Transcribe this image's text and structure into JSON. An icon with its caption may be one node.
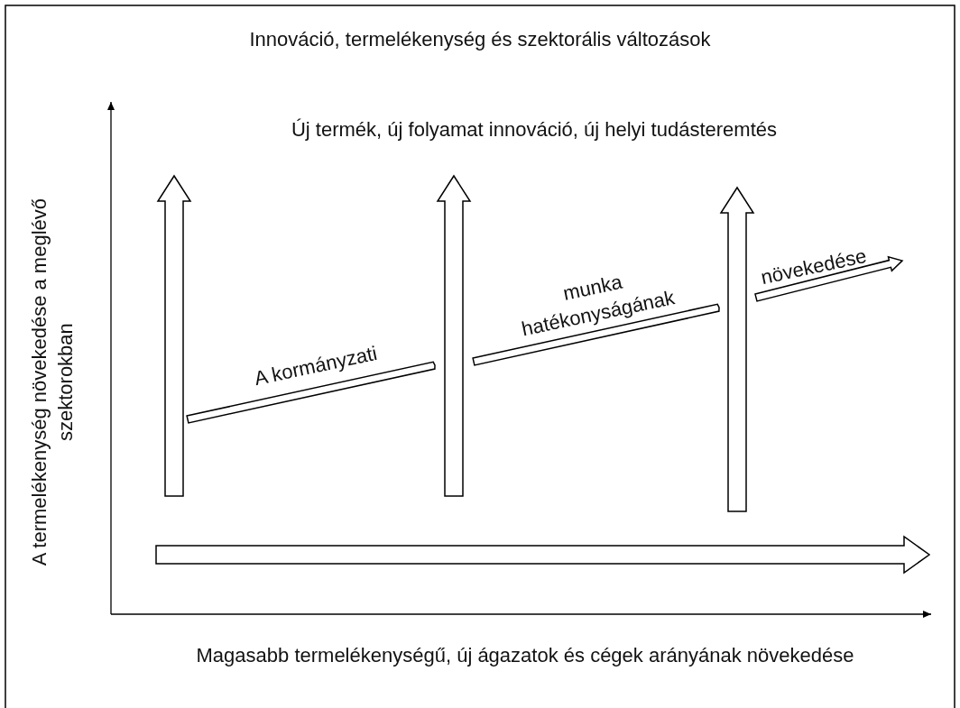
{
  "diagram": {
    "title": "Innováció, termelékenység és szektorális változások",
    "labels": [
      "Új termék, új folyamat innováció, új helyi tudásteremtés",
      "A termelékenység növekedése a meglévő szektorokban",
      "A kormányzati",
      "munka hatékonyságának",
      "növekedése",
      "Magasabb termelékenységű, új ágazatok és cégek arányának növekedése"
    ]
  }
}
